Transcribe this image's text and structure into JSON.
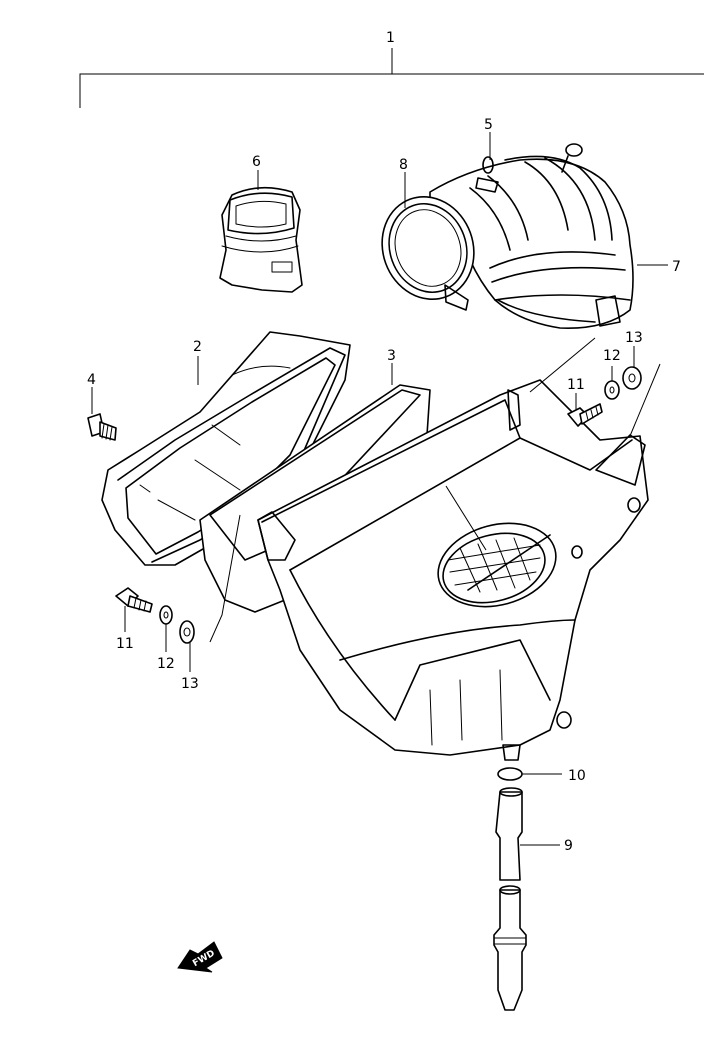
{
  "callouts": {
    "c1": "1",
    "c2": "2",
    "c3": "3",
    "c4": "4",
    "c5": "5",
    "c6": "6",
    "c7": "7",
    "c8": "8",
    "c9": "9",
    "c10": "10",
    "c11a": "11",
    "c12a": "12",
    "c13a": "13",
    "c11b": "11",
    "c12b": "12",
    "c13b": "13"
  },
  "fwd_label": "FWD"
}
